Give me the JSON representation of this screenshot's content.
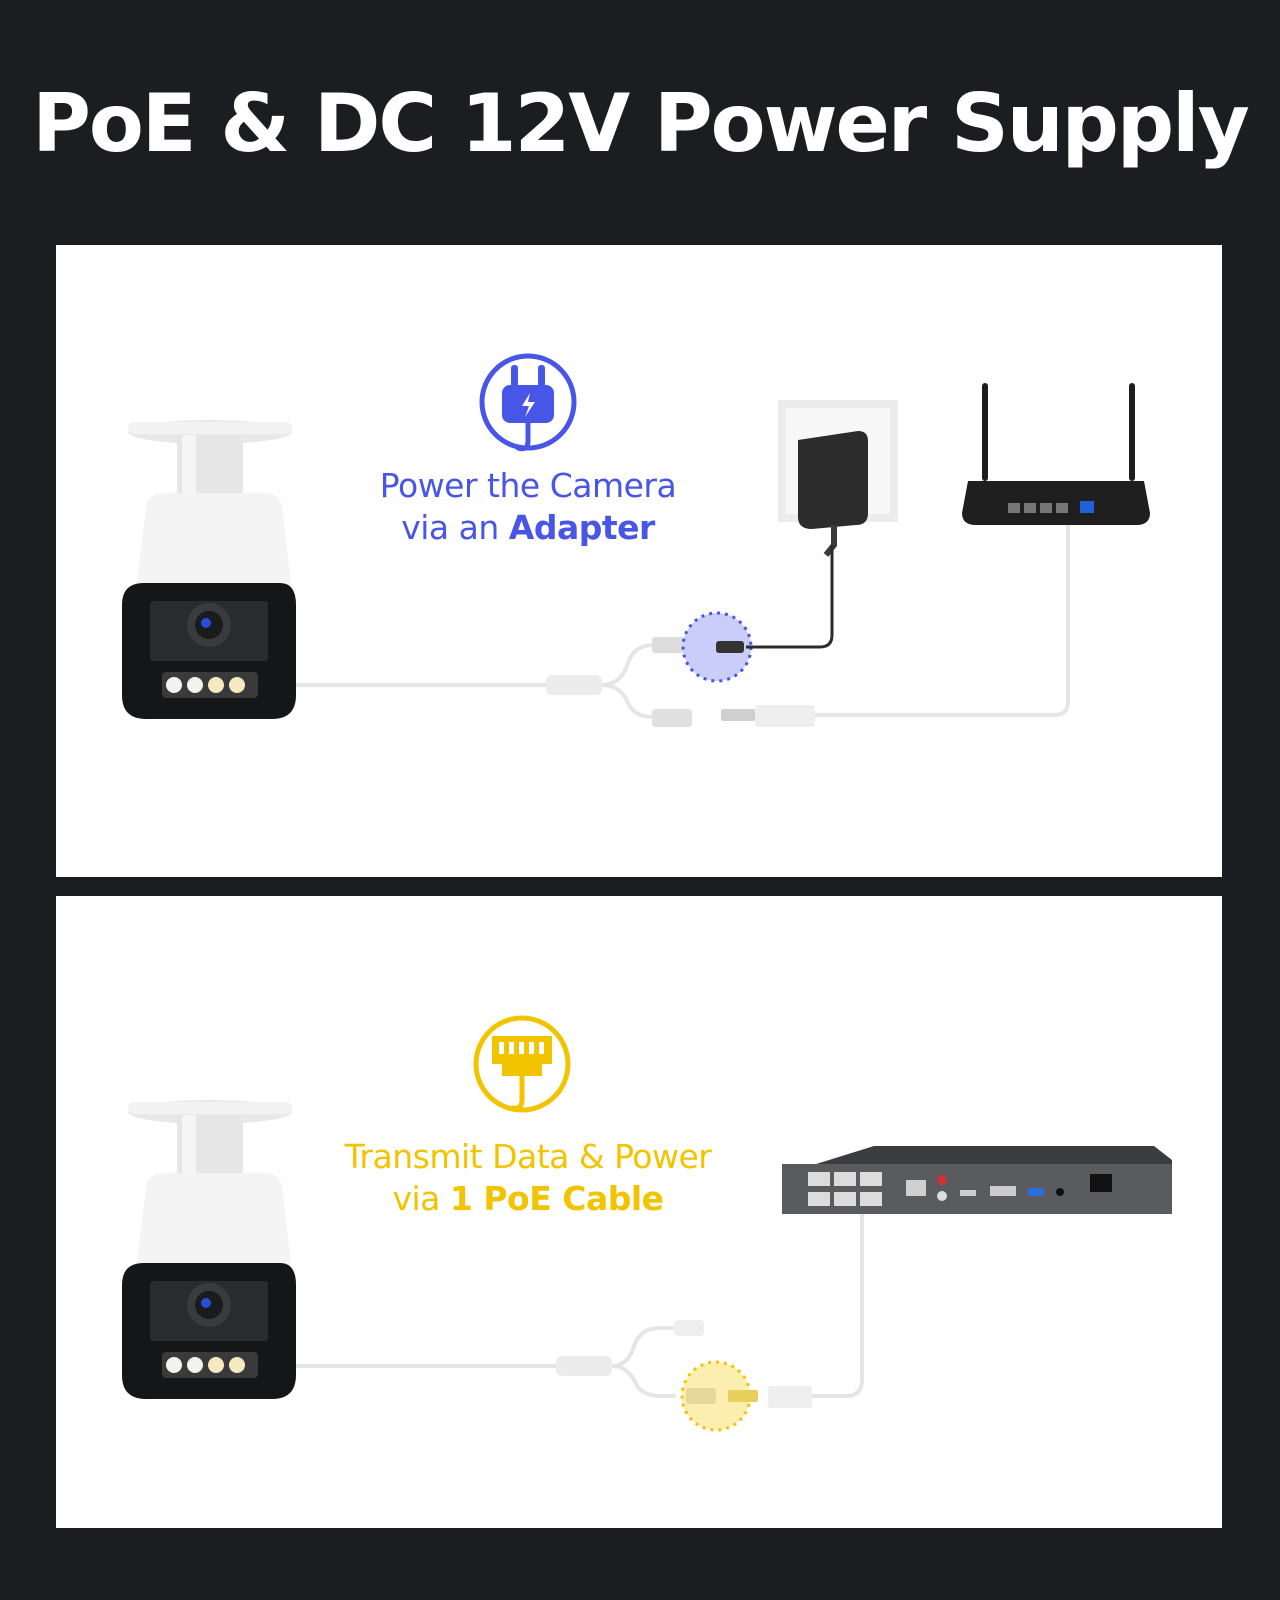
{
  "title": "PoE & DC 12V Power Supply",
  "panel_adapter": {
    "caption_line1": "Power the Camera",
    "caption_line2_prefix": "via an ",
    "caption_line2_bold": "Adapter",
    "accent_color": "#4756e6",
    "icon": "power-plug-icon"
  },
  "panel_poe": {
    "caption_line1": "Transmit Data & Power",
    "caption_line2_prefix": "via ",
    "caption_line2_bold": "1 PoE Cable",
    "accent_color": "#f2c400",
    "icon": "ethernet-plug-icon"
  }
}
